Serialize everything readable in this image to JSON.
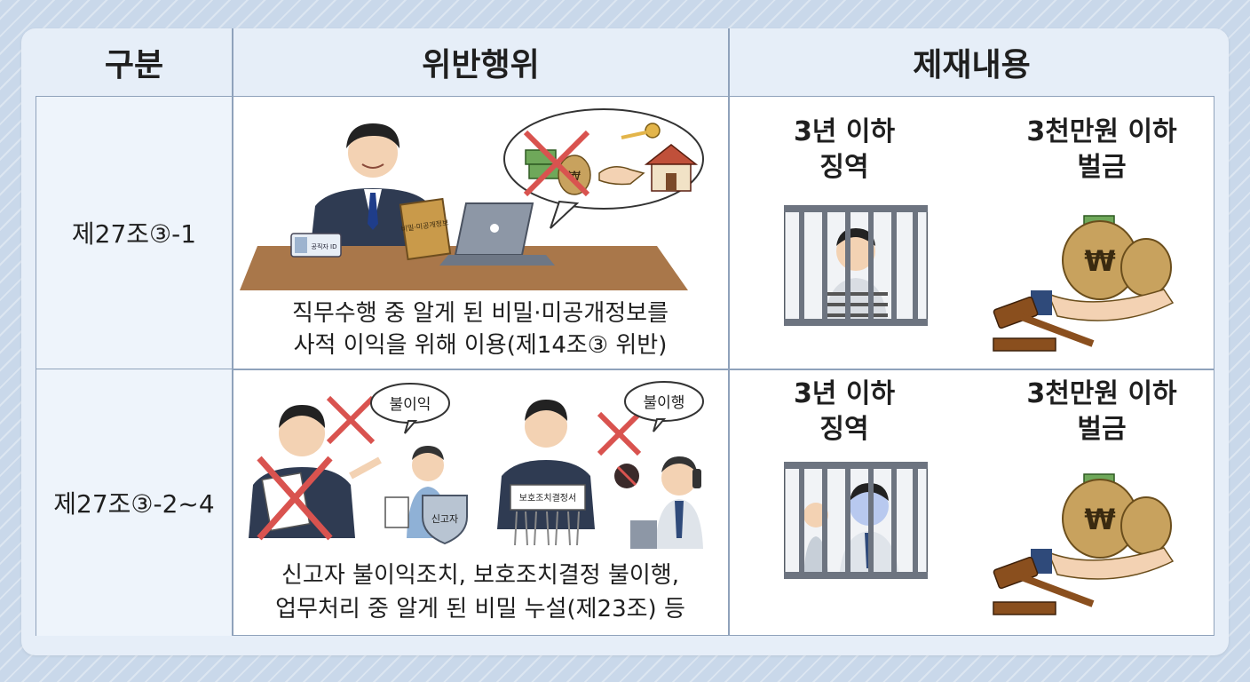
{
  "headers": {
    "category": "구분",
    "violation": "위반행위",
    "sanction": "제재내용"
  },
  "rows": [
    {
      "code": "제27조③-1",
      "desc_line1": "직무수행 중 알게 된 비밀·미공개정보를",
      "desc_line2": "사적 이익을 위해 이용(제14조③ 위반)",
      "prison_line1": "3년 이하",
      "prison_line2": "징역",
      "fine_line1": "3천만원 이하",
      "fine_line2": "벌금"
    },
    {
      "code": "제27조③-2~4",
      "desc_line1": "신고자 불이익조치, 보호조치결정 불이행,",
      "desc_line2": "업무처리 중 알게 된 비밀 누설(제23조) 등",
      "prison_line1": "3년 이하",
      "prison_line2": "징역",
      "fine_line1": "3천만원 이하",
      "fine_line2": "벌금"
    }
  ],
  "illustrations": {
    "row1_document": "비밀·미공개정보",
    "row1_badge": "공직자 ID",
    "row2_bubble1": "불이익",
    "row2_bubble2": "불이행",
    "row2_shield": "신고자",
    "row2_paper": "보호조치결정서",
    "currency": "₩"
  },
  "colors": {
    "background": "#c9d8ea",
    "panel": "#e6eef8",
    "grid_line": "#8fa2bb",
    "cross": "#d9534f",
    "code_cell": "#eef4fb"
  }
}
